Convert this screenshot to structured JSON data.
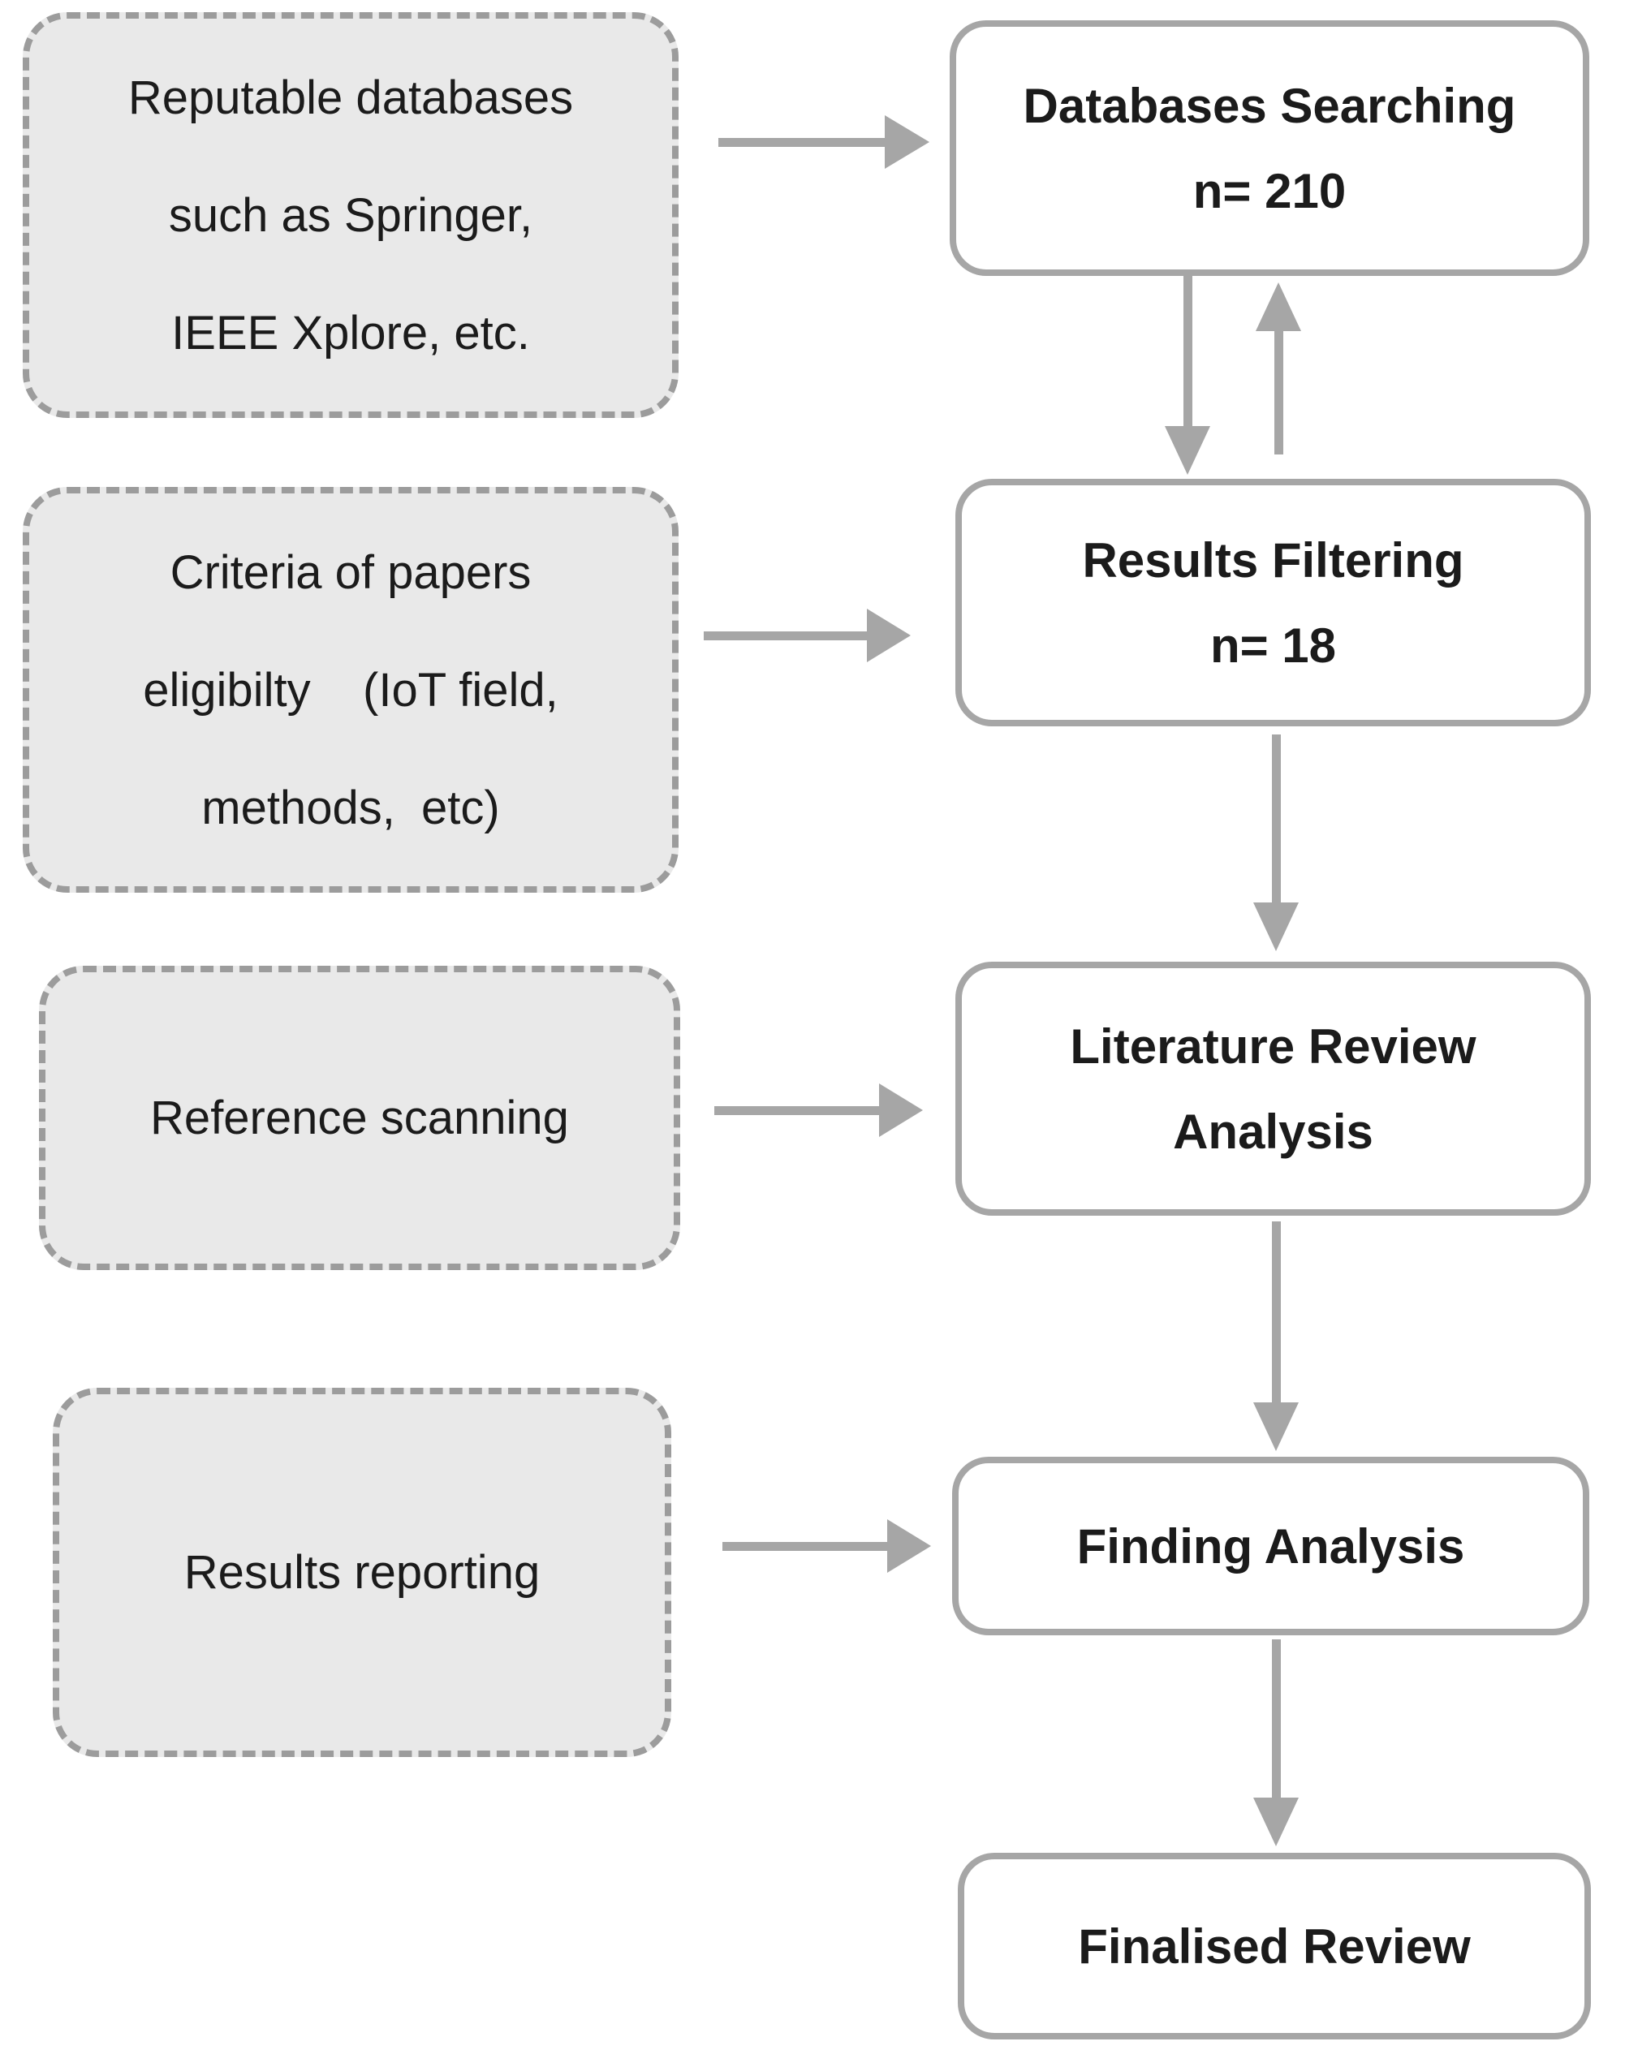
{
  "figure": {
    "type": "flowchart",
    "description": "Literature review methodology flow: left dashed input boxes feed right process boxes connected top-to-bottom by arrows"
  },
  "colors": {
    "background": "#ffffff",
    "left_box_fill": "#e9e9e9",
    "left_box_border": "#9c9c9c",
    "right_box_fill": "#ffffff",
    "right_box_border": "#a6a6a6",
    "arrow": "#a6a6a6",
    "text": "#1b1b1b"
  },
  "left_boxes": [
    {
      "id": "reputable-databases",
      "lines": [
        "Reputable databases",
        "such as Springer,",
        "IEEE Xplore, etc."
      ]
    },
    {
      "id": "criteria-eligibility",
      "lines": [
        "Criteria of papers",
        "eligibilty    (IoT field,",
        "methods,  etc)"
      ]
    },
    {
      "id": "reference-scanning",
      "lines": [
        "Reference scanning"
      ]
    },
    {
      "id": "results-reporting",
      "lines": [
        "Results reporting"
      ]
    }
  ],
  "right_boxes": [
    {
      "id": "databases-searching",
      "lines": [
        "Databases Searching",
        "n= 210"
      ]
    },
    {
      "id": "results-filtering",
      "lines": [
        "Results Filtering",
        "n= 18"
      ]
    },
    {
      "id": "literature-review-analysis",
      "lines": [
        "Literature Review",
        "Analysis"
      ]
    },
    {
      "id": "finding-analysis",
      "lines": [
        "Finding Analysis"
      ]
    },
    {
      "id": "finalised-review",
      "lines": [
        "Finalised Review"
      ]
    }
  ],
  "arrows": [
    {
      "id": "reputable-to-searching",
      "direction": "right"
    },
    {
      "id": "criteria-to-filtering",
      "direction": "right"
    },
    {
      "id": "reference-to-literature",
      "direction": "right"
    },
    {
      "id": "reporting-to-finding",
      "direction": "right"
    },
    {
      "id": "searching-to-filtering",
      "direction": "down"
    },
    {
      "id": "filtering-to-searching",
      "direction": "up"
    },
    {
      "id": "filtering-to-literature",
      "direction": "down"
    },
    {
      "id": "literature-to-finding",
      "direction": "down"
    },
    {
      "id": "finding-to-finalised",
      "direction": "down"
    }
  ]
}
